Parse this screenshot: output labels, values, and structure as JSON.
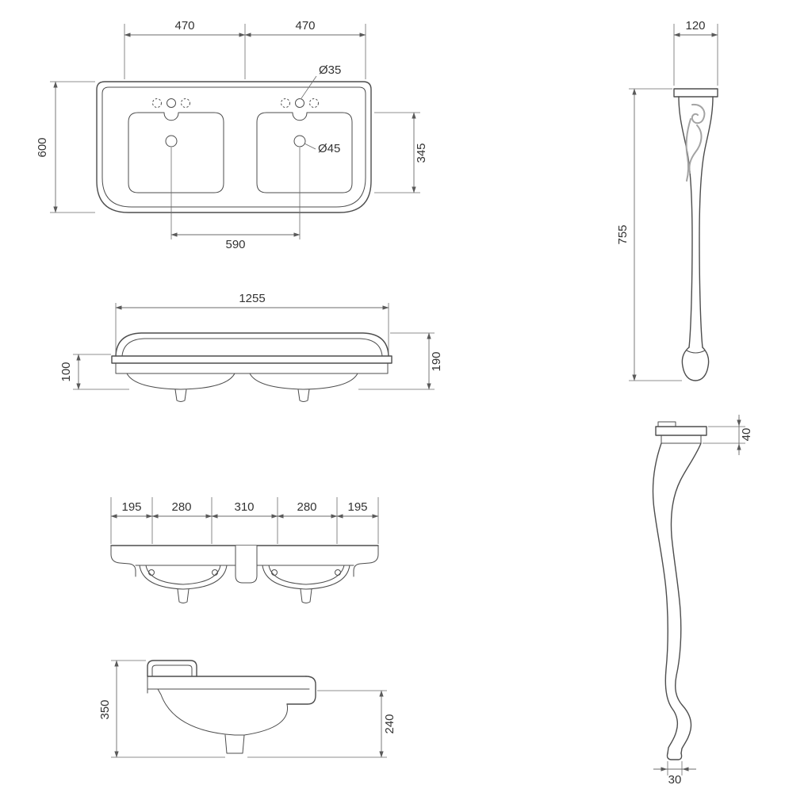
{
  "meta": {
    "title": "Console double washbasin with decorative legs — dimensional drawing"
  },
  "style": {
    "background": "#ffffff",
    "object_line": "#4d4d4d",
    "dim_line": "#6b6b6b",
    "text_color": "#333333",
    "ornament": "#a3a3a3"
  },
  "basin_top_view": {
    "dim_left_span": "470",
    "dim_right_span": "470",
    "dim_faucet_hole": "Ø35",
    "dim_drain_hole": "Ø45",
    "dim_overall_depth": "600",
    "dim_bowl_depth": "345",
    "dim_drain_spacing": "590"
  },
  "basin_front_view": {
    "dim_overall_width": "1255",
    "dim_apron_height": "100",
    "dim_overall_height": "190"
  },
  "basin_bottom_view": {
    "dim_seg_1": "195",
    "dim_seg_2": "280",
    "dim_seg_3": "310",
    "dim_seg_4": "280",
    "dim_seg_5": "195"
  },
  "basin_side_view": {
    "dim_overall_height": "350",
    "dim_front_height": "240"
  },
  "leg_front_view": {
    "dim_top_width": "120",
    "dim_height": "755"
  },
  "leg_side_view": {
    "dim_cap_height": "40",
    "dim_foot_width": "30"
  }
}
